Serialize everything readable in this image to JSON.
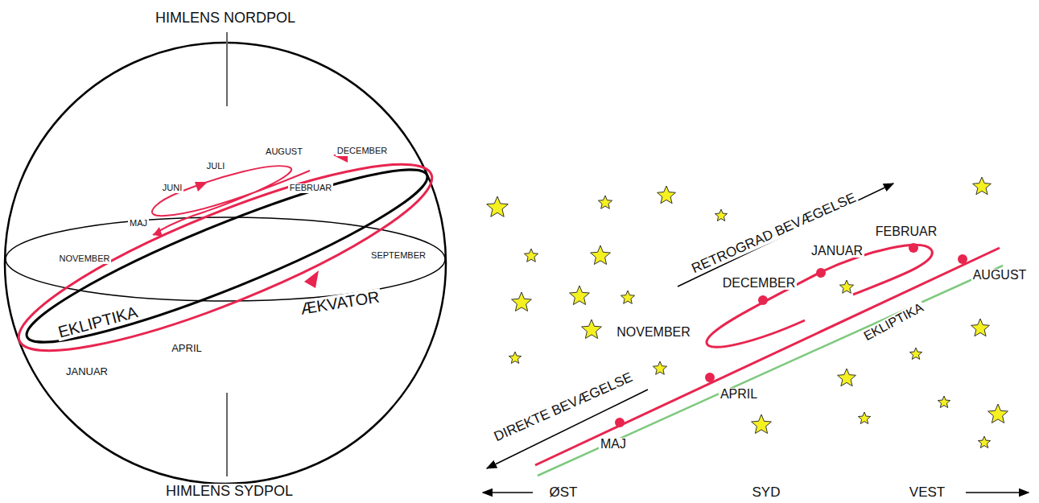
{
  "diagram": {
    "labels": [
      "HIMLENS NORDPOL",
      "HIMLENS SYDPOL",
      "JULI",
      "AUGUST",
      "DECEMBER",
      "JUNI",
      "FEBRUAR",
      "MAJ",
      "NOVEMBER",
      "SEPTEMBER",
      "EKLIPTIKA",
      "ÆKVATOR",
      "APRIL",
      "JANUAR",
      "RETROGRAD BEVÆGELSE",
      "FEBRUAR",
      "JANUAR",
      "DECEMBER",
      "AUGUST",
      "NOVEMBER",
      "EKLIPTIKA",
      "DIREKTE BEVÆGELSE",
      "APRIL",
      "MAJ",
      "ØST",
      "SYD",
      "VEST"
    ]
  }
}
